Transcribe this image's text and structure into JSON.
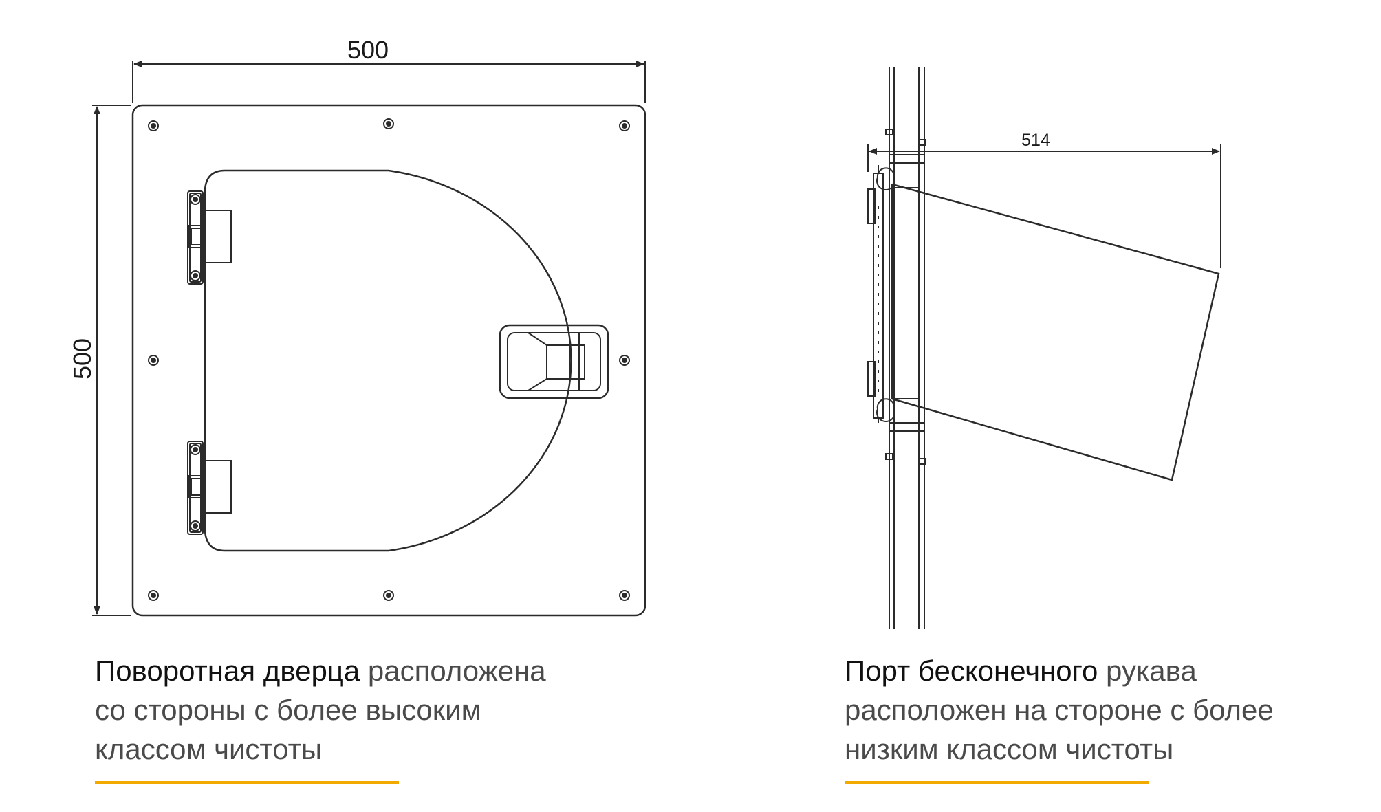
{
  "dimensions": {
    "left_width": "500",
    "left_height": "500",
    "right_depth": "514"
  },
  "captions": {
    "left": {
      "strong": "Поворотная дверца",
      "line1_rest": " расположена",
      "line2": "со стороны с более высоким",
      "line3": "классом чистоты"
    },
    "right": {
      "strong": "Порт бесконечного",
      "line1_rest": " рукава",
      "line2": "расположен на стороне с более",
      "line3": "низким классом чистоты"
    }
  },
  "colors": {
    "accent": "#f2a900",
    "line": "#2b2b2b"
  }
}
